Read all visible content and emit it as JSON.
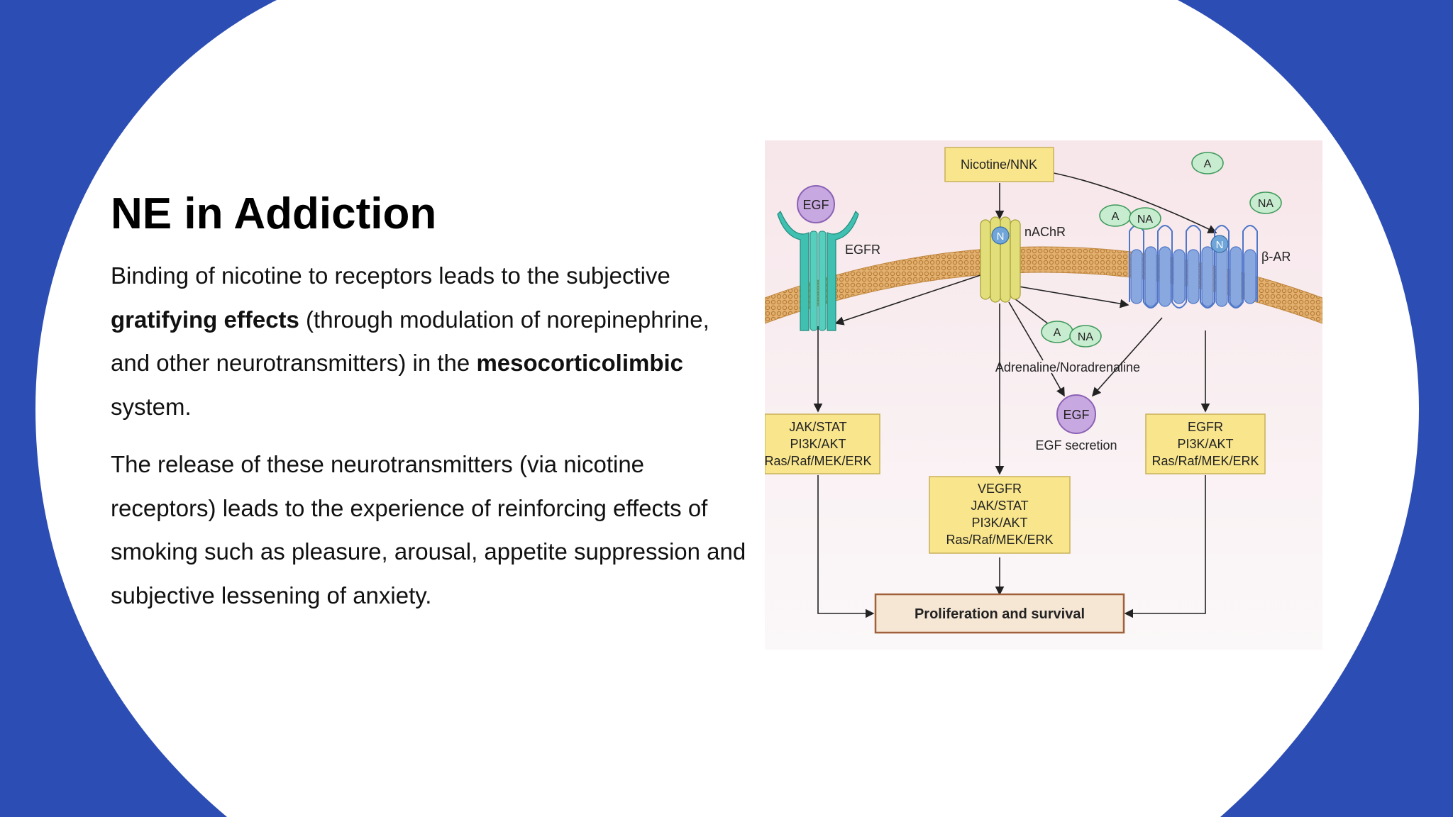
{
  "slide": {
    "title": "NE in Addiction",
    "paragraph1": {
      "t1": "Binding of nicotine to receptors leads to the subjective ",
      "b1": "gratifying effects",
      "t2": " (through modulation of norepinephrine, and other neurotransmitters) in the ",
      "b2": "mesocorticolimbic",
      "t3": " system."
    },
    "paragraph2": "The release of these neurotransmitters (via nicotine receptors) leads to the experience of reinforcing effects of smoking such as pleasure, arousal, appetite suppression and subjective lessening of anxiety."
  },
  "diagram": {
    "nicotine_label": "Nicotine/NNK",
    "egf_ligand": "EGF",
    "egfr_label": "EGFR",
    "n_label_1": "N",
    "n_label_2": "N",
    "nachr_label": "nAChR",
    "beta_ar_label": "β-AR",
    "a_free": "A",
    "na_free": "NA",
    "a_bound": "A",
    "na_bound": "NA",
    "a_mid": "A",
    "na_mid": "NA",
    "adrenaline_label": "Adrenaline/Noradrenaline",
    "egf_secreted": "EGF",
    "egf_secretion_label": "EGF secretion",
    "left_box": [
      "JAK/STAT",
      "PI3K/AKT",
      "Ras/Raf/MEK/ERK"
    ],
    "center_box": [
      "VEGFR",
      "JAK/STAT",
      "PI3K/AKT",
      "Ras/Raf/MEK/ERK"
    ],
    "right_box": [
      "EGFR",
      "PI3K/AKT",
      "Ras/Raf/MEK/ERK"
    ],
    "outcome_label": "Proliferation and survival",
    "colors": {
      "background": "#2c4db3",
      "membrane": "#d9a35a",
      "egfr": "#40c0b0",
      "nachr": "#e2de7a",
      "beta_ar": "#8aa8e0",
      "box": "#f8e58c",
      "egf": "#c8a8e0",
      "a_na": "#c8ecd0"
    }
  }
}
